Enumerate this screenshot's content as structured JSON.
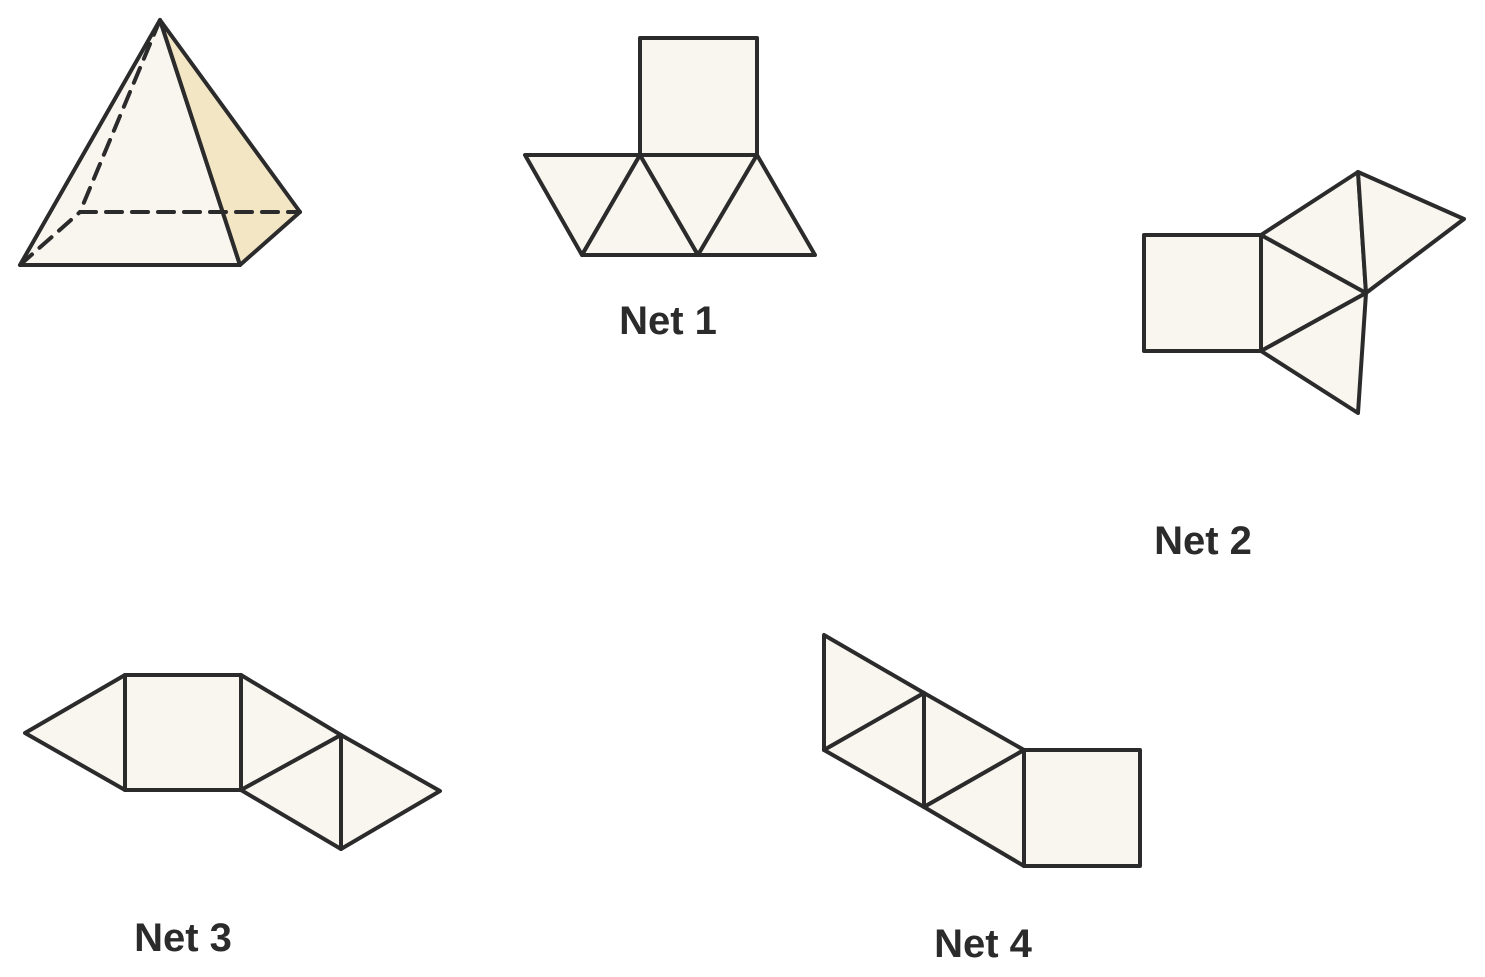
{
  "colors": {
    "face_fill": "#f9f5ef",
    "shaded_face_fill": "#f2e6c5",
    "stroke": "#2b2b2b",
    "background": "#ffffff"
  },
  "solid": {
    "name": "square-based pyramid",
    "hidden_edges": "dashed"
  },
  "nets": [
    {
      "label": "Net 1"
    },
    {
      "label": "Net 2"
    },
    {
      "label": "Net 3"
    },
    {
      "label": "Net 4"
    }
  ]
}
